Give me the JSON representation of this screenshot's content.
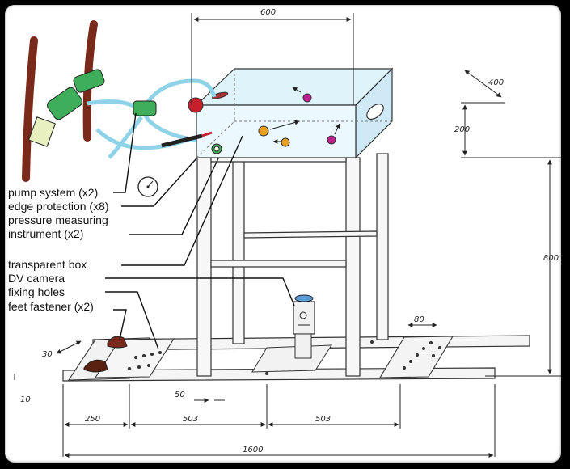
{
  "labels": {
    "pump_system": "pump system (x2)",
    "edge_protection": "edge protection (x8)",
    "pressure_1": "pressure measuring",
    "pressure_2": "instrument (x2)",
    "transparent_box": "transparent box",
    "dv_camera": "DV camera",
    "fixing_holes": "fixing holes",
    "feet_fastener": "feet fastener (x2)"
  },
  "dimensions": {
    "width_top": "600",
    "depth": "400",
    "box_height": "200",
    "leg_height": "800",
    "fixing_spacing": "80",
    "rail_width": "30",
    "rail_height": "10",
    "offset": "50",
    "segment_1": "250",
    "segment_2": "503",
    "segment_3": "503",
    "total_length": "1600"
  },
  "colors": {
    "box_fill": "#dff3fb",
    "tube": "#8fd3e8",
    "green_part": "#3fae5a",
    "red_ball": "#c8202a",
    "magenta_ball": "#c0208f",
    "orange_ball": "#e8a020",
    "brown_stick": "#7a2a1a"
  }
}
